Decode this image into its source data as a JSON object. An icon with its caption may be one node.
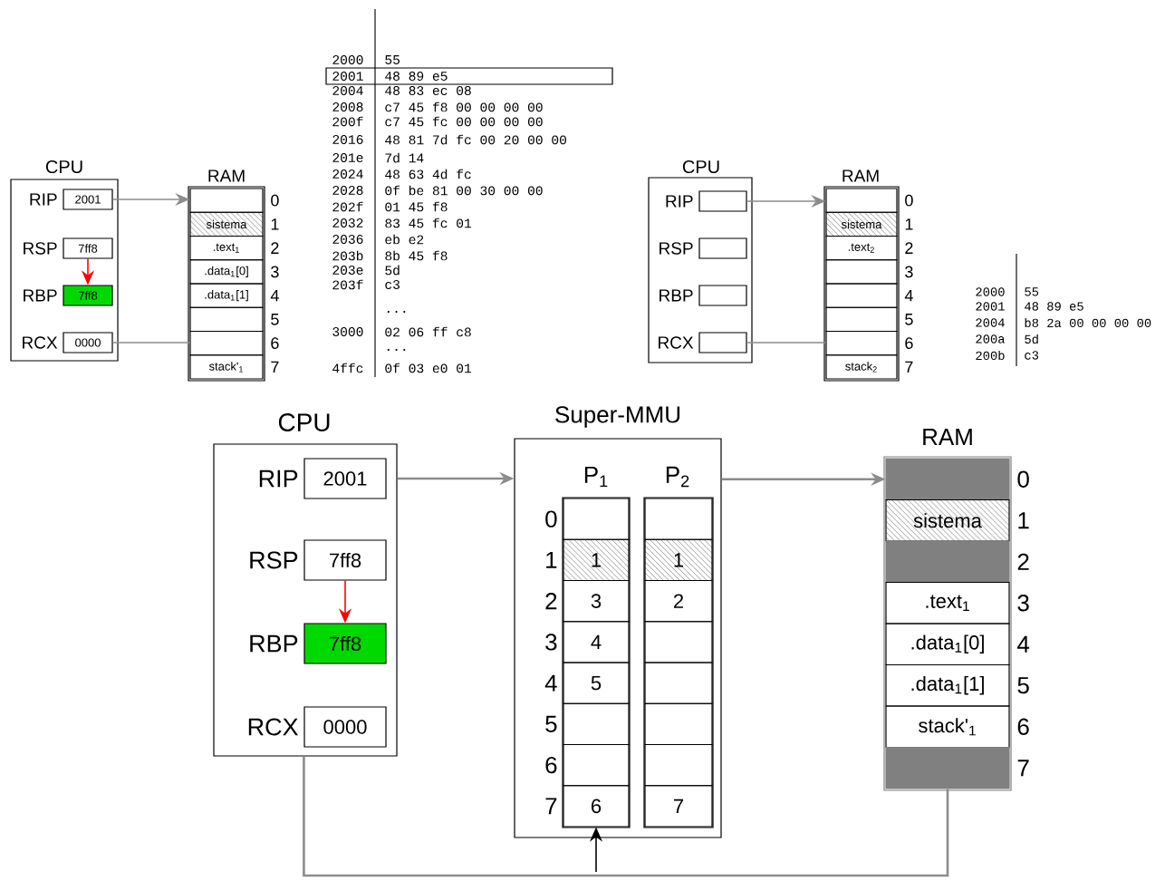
{
  "diagram": {
    "nodes": [
      {
        "text": [
          "CPU"
        ]
      },
      {
        "text": [
          "2001"
        ],
        "in": 0,
        "beside": [
          "RIP"
        ]
      },
      {
        "text": [
          "7ff8"
        ],
        "in": 0,
        "beside": [
          "RSP"
        ]
      },
      {
        "text": [
          "7ff8"
        ],
        "in": 0,
        "beside": [
          "RBP"
        ]
      },
      {
        "text": [
          "0000"
        ],
        "in": 0,
        "beside": [
          "RCX"
        ]
      },
      {
        "text": [
          "RAM"
        ]
      },
      {
        "text": [],
        "shape": "box",
        "in": 5,
        "beside": [
          "0"
        ]
      },
      {
        "text": [
          "sistema"
        ],
        "in": 5,
        "beside": [
          "1"
        ]
      },
      {
        "text": [
          ".text$_{1}$"
        ],
        "in": 5,
        "beside": [
          "2"
        ]
      },
      {
        "text": [
          ".data$_{1}$[0]"
        ],
        "in": 5,
        "beside": [
          "3"
        ]
      },
      {
        "text": [
          ".data$_{1}$[1]"
        ],
        "in": 5,
        "beside": [
          "4"
        ]
      },
      {
        "text": [],
        "shape": "box",
        "in": 5,
        "beside": [
          "5"
        ]
      },
      {
        "text": [],
        "shape": "box",
        "in": 5,
        "beside": [
          "6"
        ]
      },
      {
        "text": [
          "stack'$_{1}$"
        ],
        "in": 5,
        "beside": [
          "7"
        ]
      },
      {
        "text": [
          "CPU"
        ]
      },
      {
        "text": [],
        "shape": "box",
        "in": 14,
        "beside": [
          "RIP"
        ]
      },
      {
        "text": [],
        "shape": "box",
        "in": 14,
        "beside": [
          "RSP"
        ]
      },
      {
        "text": [],
        "shape": "box",
        "in": 14,
        "beside": [
          "RBP"
        ]
      },
      {
        "text": [],
        "shape": "box",
        "in": 14,
        "beside": [
          "RCX"
        ]
      },
      {
        "text": [
          "RAM"
        ]
      },
      {
        "text": [],
        "shape": "box",
        "in": 19,
        "beside": [
          "0"
        ]
      },
      {
        "text": [
          "sistema"
        ],
        "in": 19,
        "beside": [
          "1"
        ]
      },
      {
        "text": [
          ".text$_{2}$"
        ],
        "in": 19,
        "beside": [
          "2"
        ]
      },
      {
        "text": [],
        "shape": "box",
        "in": 19,
        "beside": [
          "3"
        ]
      },
      {
        "text": [],
        "shape": "box",
        "in": 19,
        "beside": [
          "4"
        ]
      },
      {
        "text": [],
        "shape": "box",
        "in": 19,
        "beside": [
          "5"
        ]
      },
      {
        "text": [],
        "shape": "box",
        "in": 19,
        "beside": [
          "6"
        ]
      },
      {
        "text": [
          "stack$_{2}$"
        ],
        "in": 19,
        "beside": [
          "7"
        ]
      },
      {
        "text": [
          "CPU"
        ]
      },
      {
        "text": [
          "2001"
        ],
        "in": 28,
        "beside": [
          "RIP"
        ]
      },
      {
        "text": [
          "7ff8"
        ],
        "in": 28,
        "beside": [
          "RSP"
        ]
      },
      {
        "text": [
          "7ff8"
        ],
        "in": 28,
        "beside": [
          "RBP"
        ]
      },
      {
        "text": [
          "0000"
        ],
        "in": 28,
        "beside": [
          "RCX"
        ]
      },
      {
        "text": [
          "Super-MMU"
        ]
      },
      {
        "text": [
          "P$_{1}$"
        ],
        "in": 33
      },
      {
        "text": [],
        "shape": "box",
        "in": 34,
        "beside": [
          "0"
        ]
      },
      {
        "text": [
          "1"
        ],
        "in": 34,
        "beside": [
          "1"
        ]
      },
      {
        "text": [
          "3"
        ],
        "in": 34,
        "beside": [
          "2"
        ]
      },
      {
        "text": [
          "4"
        ],
        "in": 34,
        "beside": [
          "3"
        ]
      },
      {
        "text": [
          "5"
        ],
        "in": 34,
        "beside": [
          "4"
        ]
      },
      {
        "text": [],
        "shape": "box",
        "in": 34,
        "beside": [
          "5"
        ]
      },
      {
        "text": [],
        "shape": "box",
        "in": 34,
        "beside": [
          "6"
        ]
      },
      {
        "text": [
          "6"
        ],
        "in": 34,
        "beside": [
          "7"
        ]
      },
      {
        "text": [
          "P$_{2}$"
        ],
        "in": 33
      },
      {
        "text": [],
        "shape": "box",
        "in": 43
      },
      {
        "text": [
          "1"
        ],
        "in": 43
      },
      {
        "text": [
          "2"
        ],
        "in": 43
      },
      {
        "text": [],
        "shape": "box",
        "in": 43
      },
      {
        "text": [],
        "shape": "box",
        "in": 43
      },
      {
        "text": [],
        "shape": "box",
        "in": 43
      },
      {
        "text": [],
        "shape": "box",
        "in": 43
      },
      {
        "text": [
          "7"
        ],
        "in": 43
      },
      {
        "text": [
          "RAM"
        ]
      },
      {
        "text": [],
        "shape": "box",
        "in": 52,
        "beside": [
          "0"
        ]
      },
      {
        "text": [
          "sistema"
        ],
        "in": 52,
        "beside": [
          "1"
        ]
      },
      {
        "text": [],
        "shape": "box",
        "in": 52,
        "beside": [
          "2"
        ]
      },
      {
        "text": [
          ".text$_{1}$"
        ],
        "in": 52,
        "beside": [
          "3"
        ]
      },
      {
        "text": [
          ".data$_{1}$[0]"
        ],
        "in": 52,
        "beside": [
          "4"
        ]
      },
      {
        "text": [
          ".data$_{1}$[1]"
        ],
        "in": 52,
        "beside": [
          "5"
        ]
      },
      {
        "text": [
          "stack'$_{1}$"
        ],
        "in": 52,
        "beside": [
          "6"
        ]
      },
      {
        "text": [],
        "shape": "box",
        "in": 52,
        "beside": [
          "7"
        ]
      }
    ],
    "edges": [
      {
        "from": 1,
        "to": 6,
        "arrow": "to"
      },
      {
        "from": 2,
        "to": 3,
        "arrow": "to",
        "color": "#ff0000"
      },
      {
        "from": 4,
        "to": 12,
        "arrow": "none"
      },
      {
        "from": 15,
        "to": 20,
        "arrow": "to"
      },
      {
        "from": 18,
        "to": 26,
        "arrow": "none"
      },
      {
        "from": 28,
        "to": 33,
        "arrow": "to"
      },
      {
        "from": 33,
        "to": 53,
        "arrow": "to"
      },
      {
        "from": 30,
        "to": 31,
        "arrow": "to",
        "color": "#ff0000"
      },
      {
        "from": 28,
        "to": 60,
        "arrow": "none"
      },
      {
        "from": null,
        "to": 42,
        "arrow": "to",
        "color": "#000000"
      }
    ],
    "labels": [
      "2000",
      "55",
      "2001",
      "48 89 e5",
      "2004",
      "48 83 ec 08",
      "2008",
      "c7 45 f8 00 00 00 00",
      "200f",
      "c7 45 fc 00 00 00 00",
      "2016",
      "48 81 7d fc 00 20 00 00",
      "201e",
      "7d 14",
      "2024",
      "48 63 4d fc",
      "2028",
      "0f be 81 00 30 00 00",
      "202f",
      "01 45 f8",
      "2032",
      "83 45 fc 01",
      "2036",
      "eb e2",
      "203b",
      "8b 45 f8",
      "203e",
      "5d",
      "203f",
      "c3",
      "...",
      "3000",
      "02 06 ff c8",
      "...",
      "4ffc",
      "0f 03 e0 01",
      "2000",
      "55",
      "2001",
      "48 89 e5",
      "2004",
      "b8 2a 00 00 00 00",
      "200a",
      "5d",
      "200b",
      "c3"
    ]
  }
}
